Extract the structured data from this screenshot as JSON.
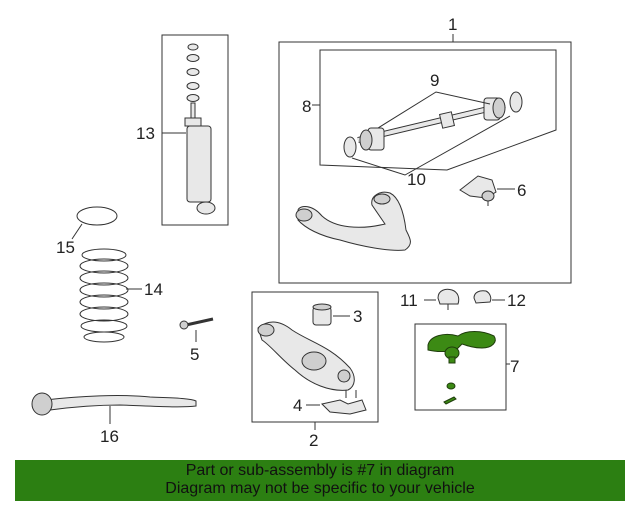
{
  "colors": {
    "highlight": "#3c8a14",
    "footer_bg": "#2c7f12",
    "line": "#333333"
  },
  "callouts": {
    "c1": "1",
    "c2": "2",
    "c3": "3",
    "c4": "4",
    "c5": "5",
    "c6": "6",
    "c7": "7",
    "c8": "8",
    "c9": "9",
    "c10": "10",
    "c11": "11",
    "c12": "12",
    "c13": "13",
    "c14": "14",
    "c15": "15",
    "c16": "16"
  },
  "highlighted_part": "7",
  "footer": {
    "line1": "Part or sub-assembly is #7 in diagram",
    "line2": "Diagram may not be specific to your vehicle"
  }
}
